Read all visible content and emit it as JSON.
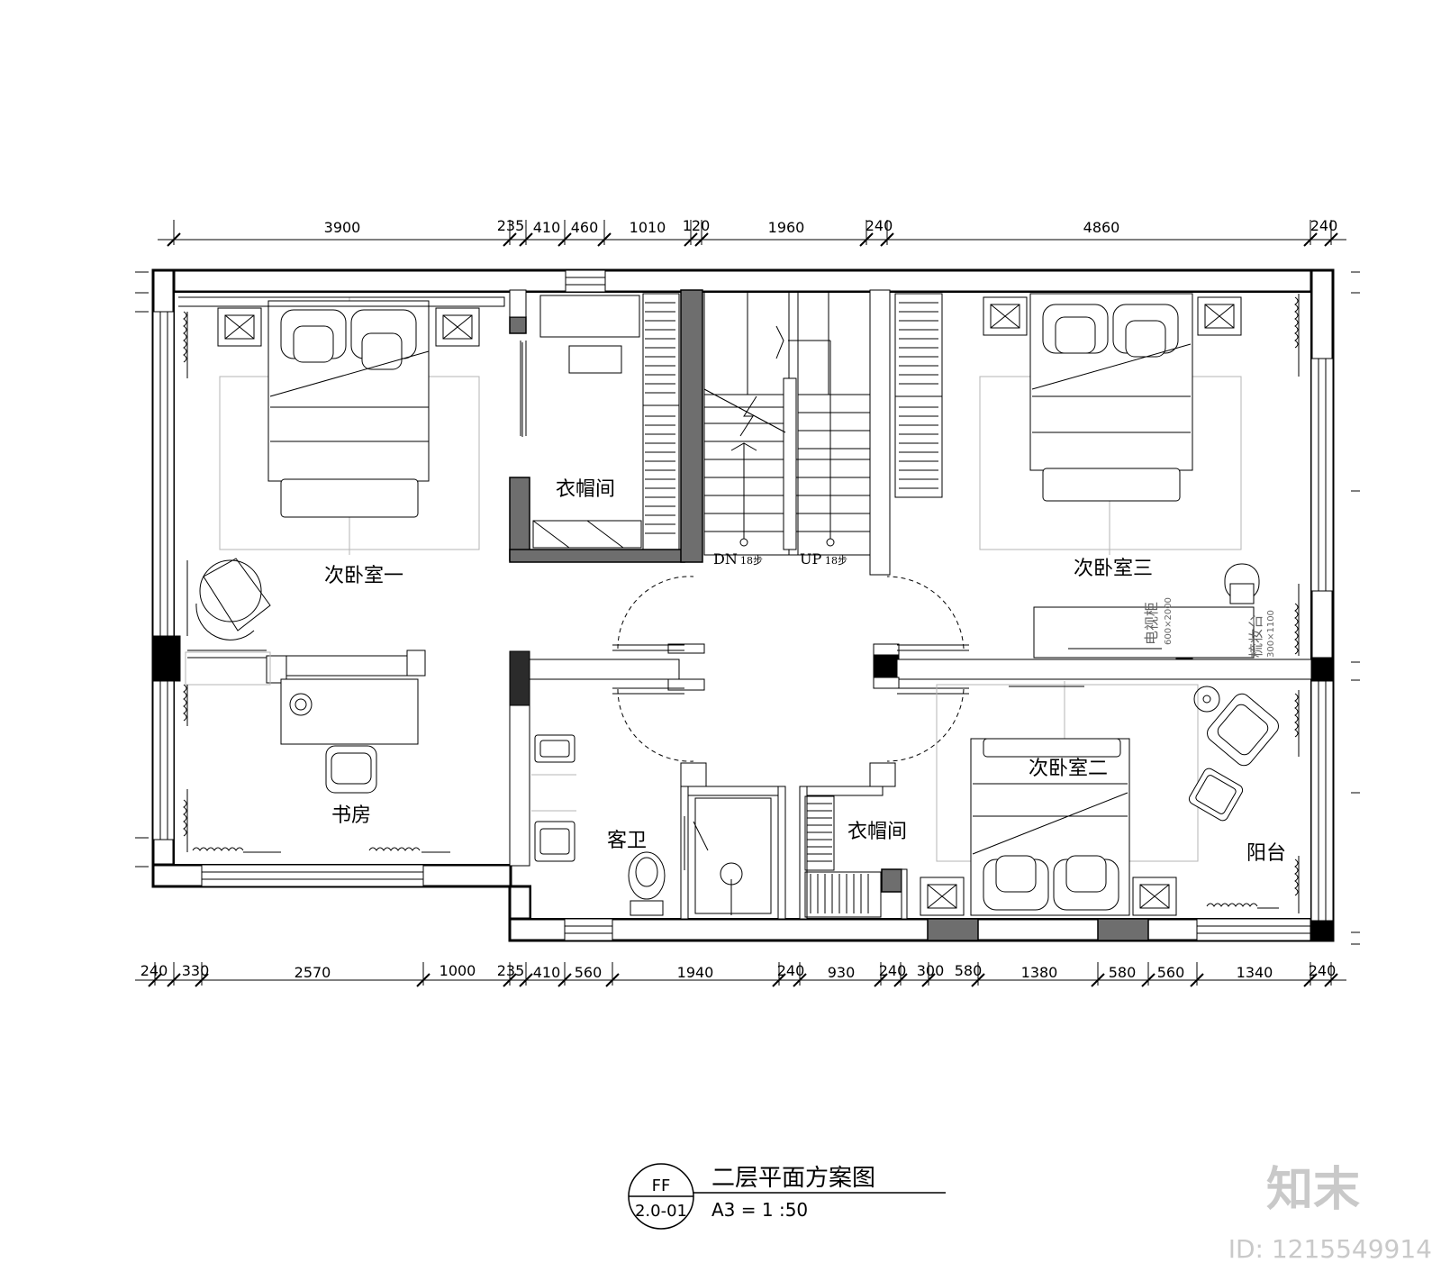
{
  "drawing": {
    "title": "二层平面方案图",
    "scale": "A3 = 1 :50",
    "sheet_code_top": "FF",
    "sheet_code_bottom": "2.0-01"
  },
  "rooms": {
    "bedroom1": "次卧室一",
    "closet1": "衣帽间",
    "bedroom3": "次卧室三",
    "study": "书房",
    "guest_bath": "客卫",
    "closet2": "衣帽间",
    "bedroom2": "次卧室二",
    "balcony": "阳台"
  },
  "stairs": {
    "down": "DN",
    "down_steps": "18步",
    "up": "UP",
    "up_steps": "18步"
  },
  "furniture_labels": {
    "tv_cabinet": "电视柜",
    "tv_cabinet_size": "600×2000",
    "dresser": "梳妆台",
    "dresser_size": "300×1100"
  },
  "dimensions_top": [
    "3900",
    "235",
    "410",
    "460",
    "1010",
    "120",
    "1960",
    "240",
    "4860",
    "240"
  ],
  "dimensions_bottom": [
    "240",
    "330",
    "2570",
    "1000",
    "235",
    "410",
    "560",
    "1940",
    "240",
    "930",
    "240",
    "300",
    "580",
    "1380",
    "580",
    "560",
    "1340",
    "240"
  ],
  "watermark": {
    "logo": "知末",
    "id": "ID: 1215549914"
  }
}
